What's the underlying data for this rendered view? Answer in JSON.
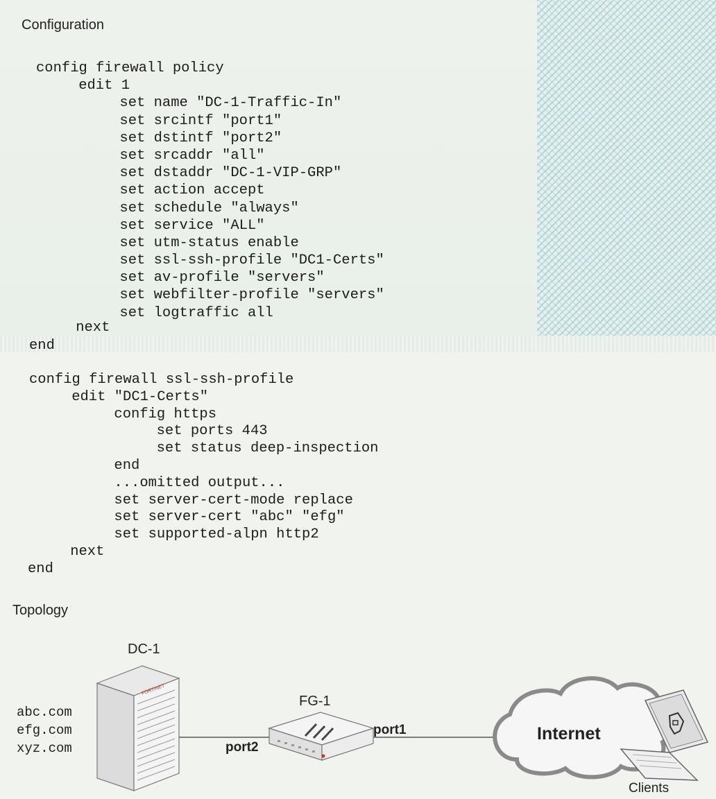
{
  "configuration": {
    "heading": "Configuration",
    "policy_block": [
      "config firewall policy",
      "    edit 1",
      "        set name \"DC-1-Traffic-In\"",
      "        set srcintf \"port1\"",
      "        set dstintf \"port2\"",
      "        set srcaddr \"all\"",
      "        set dstaddr \"DC-1-VIP-GRP\"",
      "        set action accept",
      "        set schedule \"always\"",
      "        set service \"ALL\"",
      "        set utm-status enable",
      "        set ssl-ssh-profile \"DC1-Certs\"",
      "        set av-profile \"servers\"",
      "        set webfilter-profile \"servers\"",
      "        set logtraffic all",
      "    next",
      "end"
    ],
    "ssl_block": [
      "config firewall ssl-ssh-profile",
      "    edit \"DC1-Certs\"",
      "        config https",
      "            set ports 443",
      "            set status deep-inspection",
      "        end",
      "        ...omitted output...",
      "        set server-cert-mode replace",
      "        set server-cert \"abc\" \"efg\"",
      "        set supported-alpn http2",
      "    next",
      "end"
    ]
  },
  "topology": {
    "heading": "Topology",
    "dc_label": "DC-1",
    "dc_brand": "FORTINET",
    "domains": [
      "abc.com",
      "efg.com",
      "xyz.com"
    ],
    "fg_label": "FG-1",
    "port2_label": "port2",
    "port1_label": "port1",
    "internet_label": "Internet",
    "clients_label": "Clients"
  }
}
